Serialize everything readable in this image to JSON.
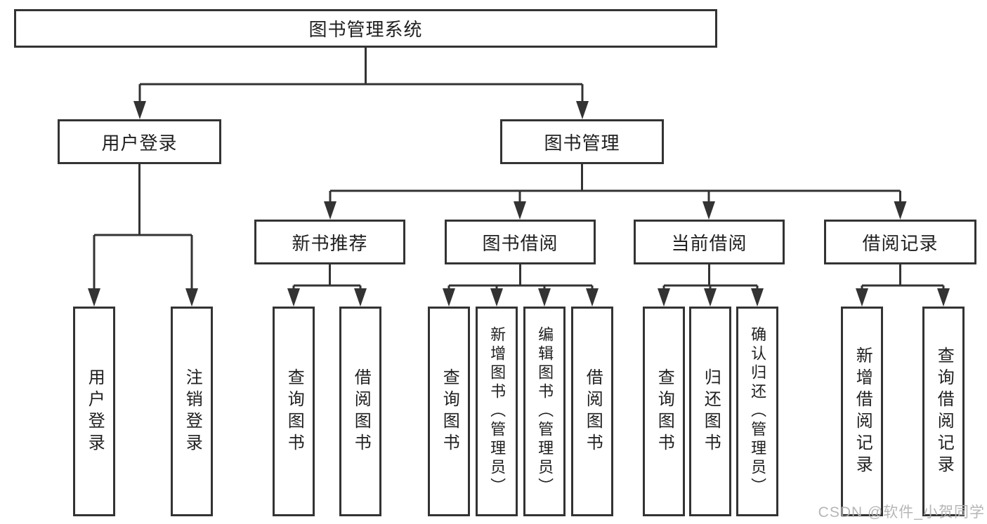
{
  "tree": {
    "root": "图书管理系统",
    "user_login": "用户登录",
    "book_mgmt": "图书管理",
    "l3": [
      "新书推荐",
      "图书借阅",
      "当前借阅",
      "借阅记录"
    ],
    "login_leaves": [
      "用户登录",
      "注销登录"
    ],
    "recommend_leaves": [
      "查询图书",
      "借阅图书"
    ],
    "borrow_leaves": [
      "查询图书",
      "新增图书（管理员）",
      "编辑图书（管理员）",
      "借阅图书"
    ],
    "current_leaves": [
      "查询图书",
      "归还图书",
      "确认归还（管理员）"
    ],
    "record_leaves": [
      "新增借阅记录",
      "查询借阅记录"
    ]
  },
  "watermark": "CSDN @软件_小贺同学",
  "colors": {
    "line": "#333333",
    "text": "#1f1f1f",
    "watermark": "#b3b3b3",
    "background": "#ffffff"
  }
}
